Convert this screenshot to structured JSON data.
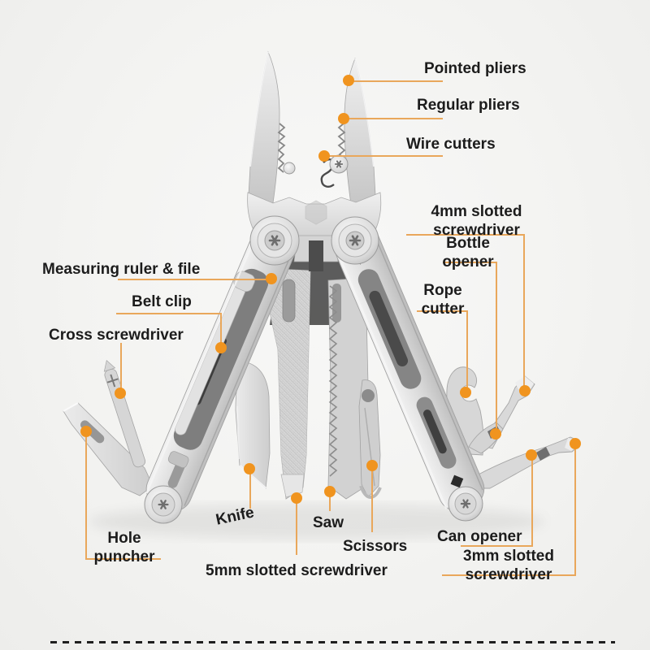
{
  "image": {
    "kind": "annotated product diagram",
    "subject": "stainless steel folding multi-tool pliers with parts labeled"
  },
  "colors": {
    "background": "#f2f2f0",
    "label_text": "#1c1c1c",
    "leader_line": "#e9a75b",
    "leader_dot": "#f0941f",
    "divider": "#1f1f1f",
    "steel_light": "#ededed",
    "steel_dark": "#b5b5b5"
  },
  "labels": [
    {
      "name": "pointed-pliers",
      "lines": [
        "Pointed pliers"
      ]
    },
    {
      "name": "regular-pliers",
      "lines": [
        "Regular pliers"
      ]
    },
    {
      "name": "wire-cutters",
      "lines": [
        "Wire cutters"
      ]
    },
    {
      "name": "4mm-slotted-screwdriver",
      "lines": [
        "4mm slotted",
        "screwdriver"
      ]
    },
    {
      "name": "bottle-opener",
      "lines": [
        "Bottle",
        "opener"
      ]
    },
    {
      "name": "rope-cutter",
      "lines": [
        "Rope",
        "cutter"
      ]
    },
    {
      "name": "measuring-ruler-and-file",
      "lines": [
        "Measuring ruler & file"
      ]
    },
    {
      "name": "belt-clip",
      "lines": [
        "Belt clip"
      ]
    },
    {
      "name": "cross-screwdriver",
      "lines": [
        "Cross screwdriver"
      ]
    },
    {
      "name": "hole-puncher",
      "lines": [
        "Hole",
        "puncher"
      ]
    },
    {
      "name": "knife",
      "lines": [
        "Knife"
      ]
    },
    {
      "name": "saw",
      "lines": [
        "Saw"
      ]
    },
    {
      "name": "scissors",
      "lines": [
        "Scissors"
      ]
    },
    {
      "name": "5mm-slotted-screwdriver",
      "lines": [
        "5mm slotted screwdriver"
      ]
    },
    {
      "name": "can-opener",
      "lines": [
        "Can opener"
      ]
    },
    {
      "name": "3mm-slotted-screwdriver",
      "lines": [
        "3mm slotted",
        "screwdriver"
      ]
    }
  ]
}
